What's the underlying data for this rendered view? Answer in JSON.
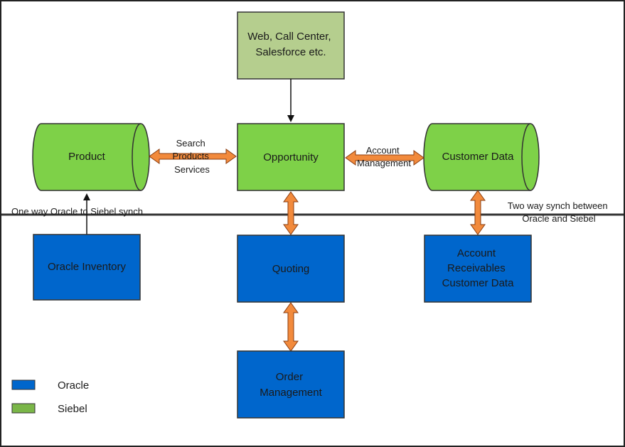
{
  "nodes": {
    "web": {
      "lines": [
        "Web, Call Center,",
        "Salesforce etc."
      ],
      "system": "siebel",
      "shade": "light"
    },
    "product": {
      "lines": [
        "Product"
      ],
      "system": "siebel",
      "shape": "cylinder"
    },
    "opportunity": {
      "lines": [
        "Opportunity"
      ],
      "system": "siebel"
    },
    "customer_data": {
      "lines": [
        "Customer Data"
      ],
      "system": "siebel",
      "shape": "cylinder"
    },
    "oracle_inventory": {
      "lines": [
        "Oracle Inventory"
      ],
      "system": "oracle"
    },
    "quoting": {
      "lines": [
        "Quoting"
      ],
      "system": "oracle"
    },
    "ar_customer_data": {
      "lines": [
        "Account",
        "Receivables",
        "Customer Data"
      ],
      "system": "oracle"
    },
    "order_management": {
      "lines": [
        "Order",
        "Management"
      ],
      "system": "oracle"
    }
  },
  "edge_labels": {
    "search": [
      "Search",
      "Products",
      "Services"
    ],
    "account_management": [
      "Account",
      "Management"
    ],
    "one_way_sync": "One way Oracle to Siebel synch",
    "two_way_sync": [
      "Two way synch between",
      "Oracle and Siebel"
    ]
  },
  "legend": [
    {
      "label": "Oracle",
      "color": "#0066cc"
    },
    {
      "label": "Siebel",
      "color": "#7ab648"
    }
  ],
  "colors": {
    "oracle": "#0066cc",
    "siebel": "#7ed148",
    "siebel_light": "#b5ce8e",
    "arrow": "#f28a3c",
    "divider": "#333333"
  }
}
